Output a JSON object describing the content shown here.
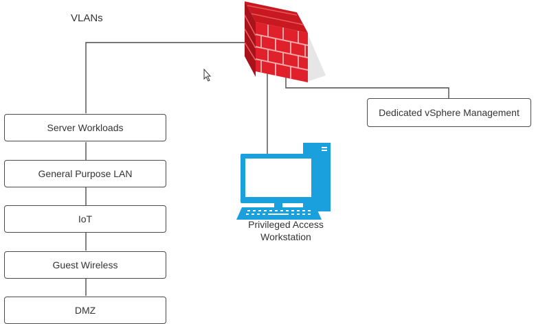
{
  "title": "VLANs",
  "vlans": [
    {
      "label": "Server Workloads"
    },
    {
      "label": "General Purpose LAN"
    },
    {
      "label": "IoT"
    },
    {
      "label": "Guest Wireless"
    },
    {
      "label": "DMZ"
    }
  ],
  "management": {
    "label": "Dedicated vSphere Management"
  },
  "workstation": {
    "label": "Privileged Access Workstation"
  },
  "icons": {
    "firewall": "firewall-icon",
    "workstation": "desktop-computer-icon",
    "cursor": "mouse-cursor-icon"
  },
  "colors": {
    "brick": "#e0202a",
    "brick_dark": "#a8121a",
    "mortar": "#f4a8aa",
    "computer": "#1aa0dd",
    "line": "#4a4a4a"
  }
}
